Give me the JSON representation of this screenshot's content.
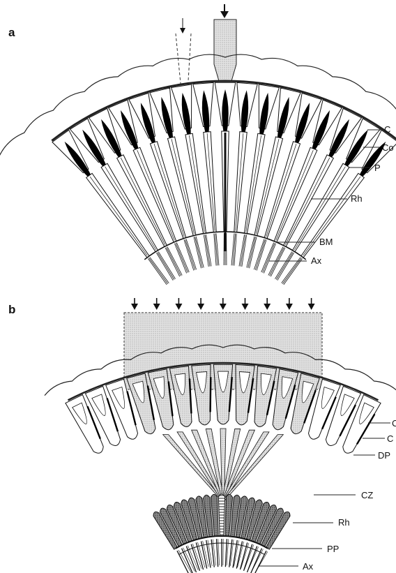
{
  "panels": [
    {
      "letter": "a",
      "labels": [
        "C",
        "Co",
        "P",
        "Rh",
        "BM",
        "Ax"
      ]
    },
    {
      "letter": "b",
      "labels": [
        "C",
        "C",
        "DP",
        "CZ",
        "Rh",
        "PP",
        "Ax"
      ]
    }
  ],
  "colors": {
    "ink": "#111111",
    "pigment": "#000000",
    "shade": "#d6d6d6",
    "paper": "#ffffff"
  }
}
